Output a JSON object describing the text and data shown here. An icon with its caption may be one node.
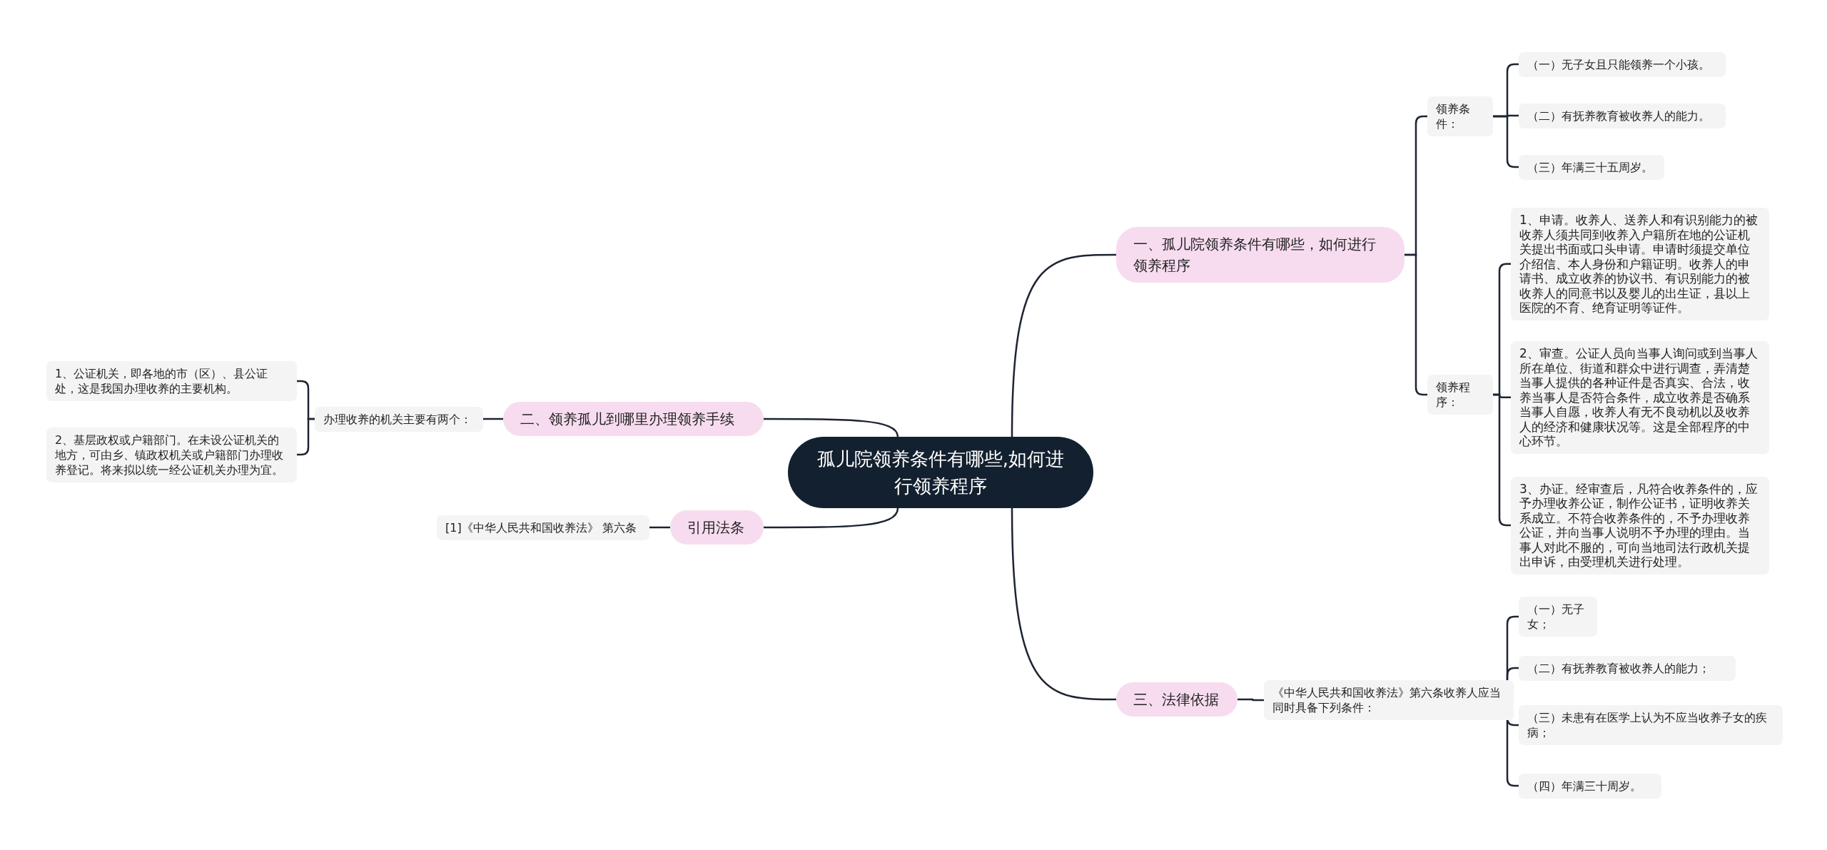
{
  "diagram": {
    "nodes": [
      {
        "text": [
          "孤儿院领养条件有哪些,如何进行领养程序"
        ]
      },
      {
        "text": [
          "一、孤儿院领养条件有哪些，如何进行领养程序"
        ]
      },
      {
        "text": [
          "领养条件："
        ]
      },
      {
        "text": [
          "（一）无子女且只能领养一个小孩。"
        ]
      },
      {
        "text": [
          "（二）有抚养教育被收养人的能力。"
        ]
      },
      {
        "text": [
          "（三）年满三十五周岁。"
        ]
      },
      {
        "text": [
          "领养程序："
        ]
      },
      {
        "text": [
          "1、申请。收养人、送养人和有识别能力的被收养人须共同到收养入户籍所在地的公证机关提出书面或口头申请。申请时须提交单位介绍信、本人身份和户籍证明。收养人的申请书、成立收养的协议书、有识别能力的被收养人的同意书以及婴儿的出生证，县以上医院的不育、绝育证明等证件。"
        ]
      },
      {
        "text": [
          "2、审查。公证人员向当事人询问或到当事人所在单位、街道和群众中进行调查，弄清楚当事人提供的各种证件是否真实、合法，收养当事人是否符合条件，成立收养是否确系当事人自愿，收养人有无不良动机以及收养人的经济和健康状况等。这是全部程序的中心环节。"
        ]
      },
      {
        "text": [
          "3、办证。经审查后，凡符合收养条件的，应予办理收养公证，制作公证书，证明收养关系成立。不符合收养条件的，不予办理收养公证，并向当事人说明不予办理的理由。当事人对此不服的，可向当地司法行政机关提出申诉，由受理机关进行处理。"
        ]
      },
      {
        "text": [
          "三、法律依据"
        ]
      },
      {
        "text": [
          "《中华人民共和国收养法》第六条收养人应当同时具备下列条件："
        ]
      },
      {
        "text": [
          "（一）无子女；"
        ]
      },
      {
        "text": [
          "（二）有抚养教育被收养人的能力；"
        ]
      },
      {
        "text": [
          "（三）未患有在医学上认为不应当收养子女的疾病；"
        ]
      },
      {
        "text": [
          "（四）年满三十周岁。"
        ]
      },
      {
        "text": [
          "二、领养孤儿到哪里办理领养手续"
        ]
      },
      {
        "text": [
          "办理收养的机关主要有两个："
        ]
      },
      {
        "text": [
          "1、公证机关，即各地的市（区）、县公证处，这是我国办理收养的主要机构。"
        ]
      },
      {
        "text": [
          "2、基层政权或户籍部门。在未设公证机关的地方，可由乡、镇政权机关或户籍部门办理收养登记。将来拟以统一经公证机关办理为宜。"
        ]
      },
      {
        "text": [
          "引用法条"
        ]
      },
      {
        "text": [
          "[1]《中华人民共和国收养法》 第六条"
        ]
      }
    ],
    "edges": [
      {
        "from": 0,
        "to": 1,
        "arrow": "none"
      },
      {
        "from": 0,
        "to": 16,
        "arrow": "none"
      },
      {
        "from": 0,
        "to": 20,
        "arrow": "none"
      },
      {
        "from": 0,
        "to": 10,
        "arrow": "none"
      },
      {
        "from": 1,
        "to": 2,
        "arrow": "none"
      },
      {
        "from": 1,
        "to": 6,
        "arrow": "none"
      },
      {
        "from": 2,
        "to": 3,
        "arrow": "none"
      },
      {
        "from": 2,
        "to": 4,
        "arrow": "none"
      },
      {
        "from": 2,
        "to": 5,
        "arrow": "none"
      },
      {
        "from": 6,
        "to": 7,
        "arrow": "none"
      },
      {
        "from": 6,
        "to": 8,
        "arrow": "none"
      },
      {
        "from": 6,
        "to": 9,
        "arrow": "none"
      },
      {
        "from": 10,
        "to": 11,
        "arrow": "none"
      },
      {
        "from": 11,
        "to": 12,
        "arrow": "none"
      },
      {
        "from": 11,
        "to": 13,
        "arrow": "none"
      },
      {
        "from": 11,
        "to": 14,
        "arrow": "none"
      },
      {
        "from": 11,
        "to": 15,
        "arrow": "none"
      },
      {
        "from": 16,
        "to": 17,
        "arrow": "none"
      },
      {
        "from": 17,
        "to": 18,
        "arrow": "none"
      },
      {
        "from": 17,
        "to": 19,
        "arrow": "none"
      },
      {
        "from": 20,
        "to": 21,
        "arrow": "none"
      }
    ]
  }
}
